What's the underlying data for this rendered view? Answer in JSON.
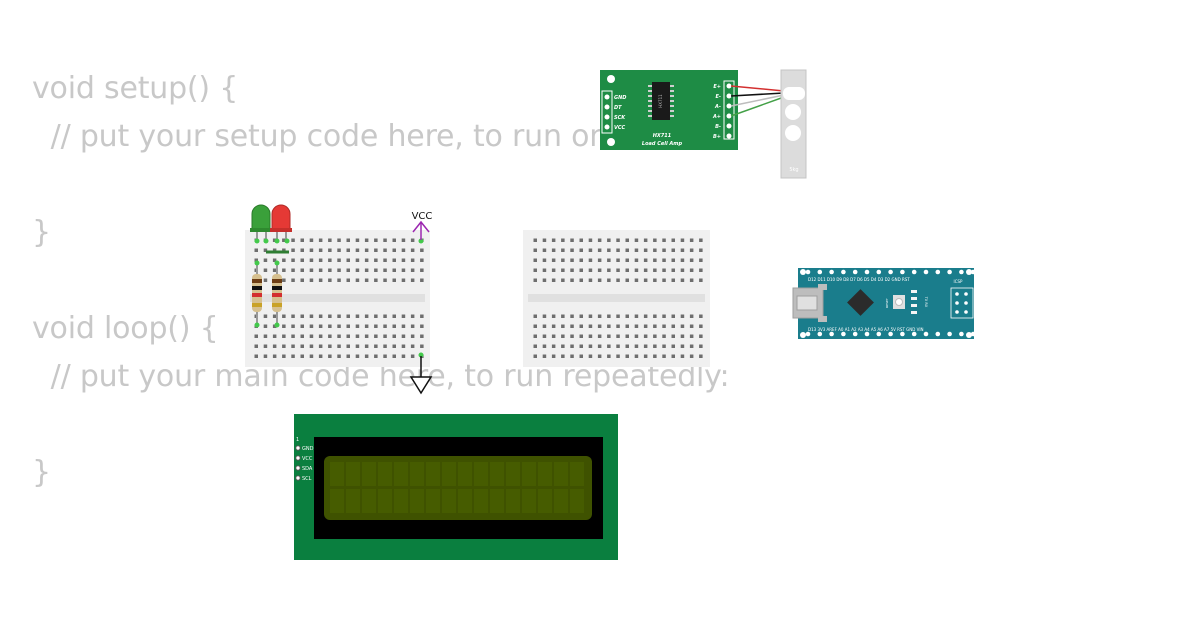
{
  "code": {
    "lines": [
      "void setup() {",
      "  // put your setup code here, to run once:",
      "",
      "}",
      "",
      "void loop() {",
      "  // put your main code here, to run repeatedly:",
      "",
      "}"
    ]
  },
  "components": {
    "vcc": {
      "label": "VCC"
    },
    "hx711": {
      "chip_label": "HX711",
      "title": "HX711",
      "subtitle": "Load Cell Amp",
      "left_pins": [
        "GND",
        "DT",
        "SCK",
        "VCC"
      ],
      "right_pins": [
        "E+",
        "E-",
        "A-",
        "A+",
        "B-",
        "B+"
      ]
    },
    "load_cell": {
      "label": "5kg"
    },
    "lcd": {
      "pin_one": "1",
      "pins": [
        "GND",
        "VCC",
        "SDA",
        "SCL"
      ]
    },
    "nano": {
      "top_labels": "D12 D11 D10 D9 D8 D7 D6 D5 D4 D3 D2 GND RST",
      "bottom_labels": "D13 3V3 AREF A0 A1 A2 A3 A4 A5 A6 A7 5V RST GND VIN",
      "reset_label": "RESET",
      "icsp_label": "ICSP",
      "led_labels": "TX RX"
    }
  },
  "colors": {
    "code_text": "#c8c8c8",
    "breadboard": "#f0f0f0",
    "hx711_board": "#1e8c45",
    "lcd_board": "#0a7f3f",
    "lcd_screen": "#3f5200",
    "nano_board": "#1a7d8c",
    "vcc_arrow": "#9c27b0",
    "led_green": "#3aa03a",
    "led_red": "#e53935"
  }
}
